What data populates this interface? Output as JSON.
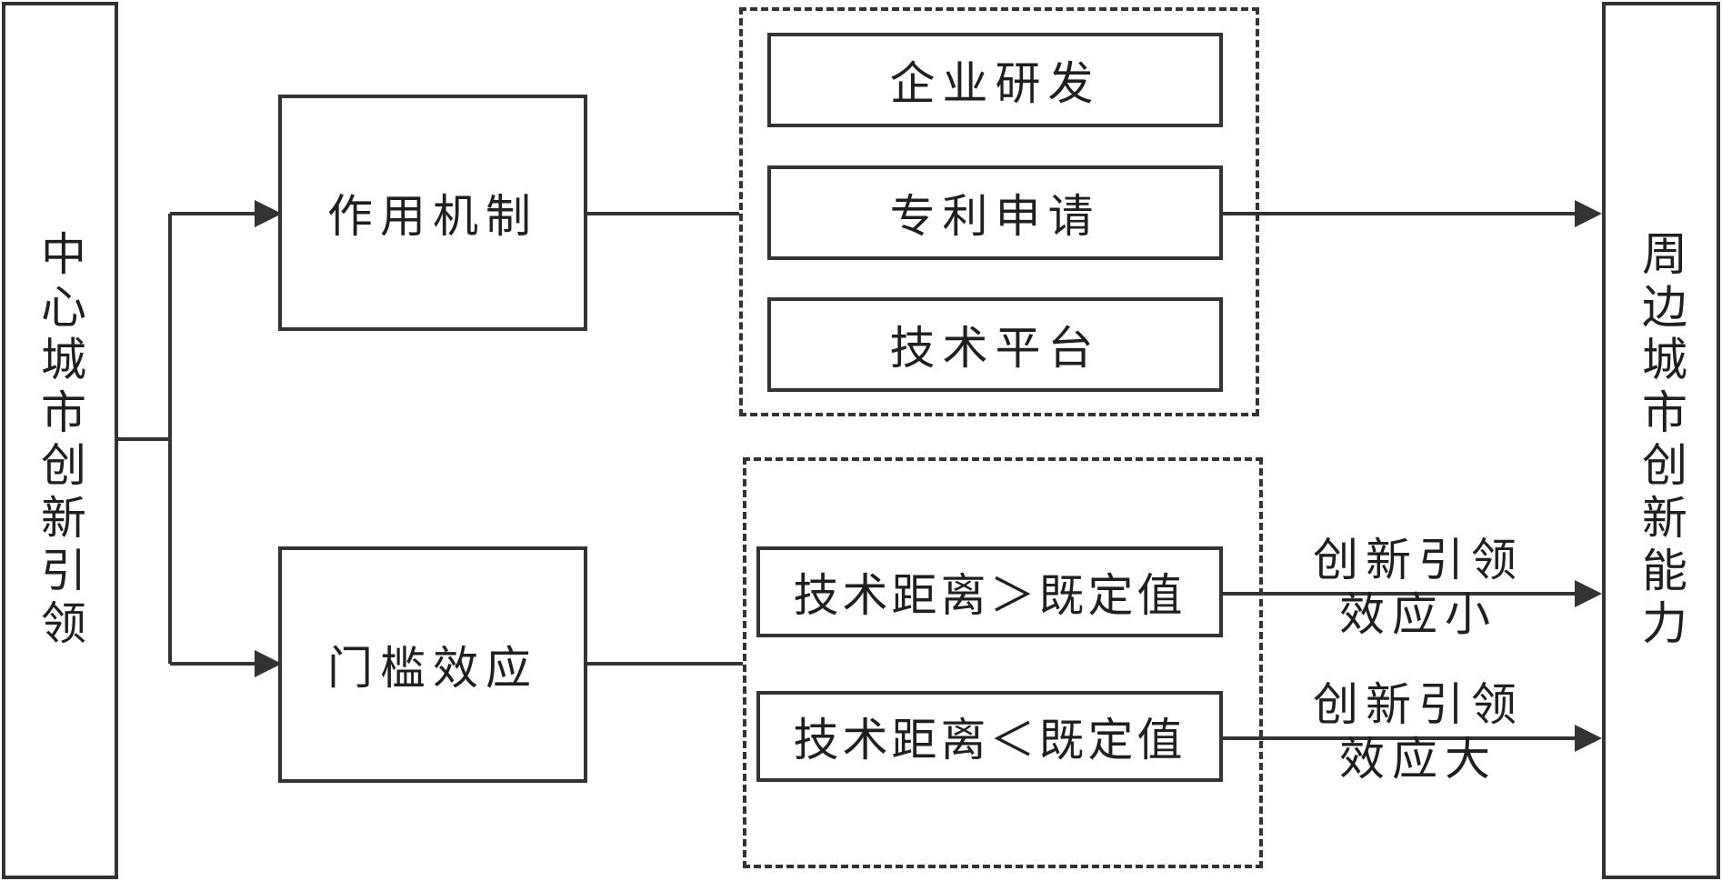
{
  "diagram": {
    "source": {
      "label": "中心城市创新引领"
    },
    "target": {
      "label": "周边城市创新能力"
    },
    "mechanism": {
      "label": "作用机制",
      "items": [
        "企业研发",
        "专利申请",
        "技术平台"
      ]
    },
    "threshold": {
      "label": "门槛效应",
      "items": [
        {
          "condition": "技术距离＞既定值",
          "effect_line1": "创新引领",
          "effect_line2": "效应小"
        },
        {
          "condition": "技术距离＜既定值",
          "effect_line1": "创新引领",
          "effect_line2": "效应大"
        }
      ]
    },
    "colors": {
      "stroke": "#333333",
      "text": "#1f1f1f",
      "background": "#ffffff"
    }
  }
}
